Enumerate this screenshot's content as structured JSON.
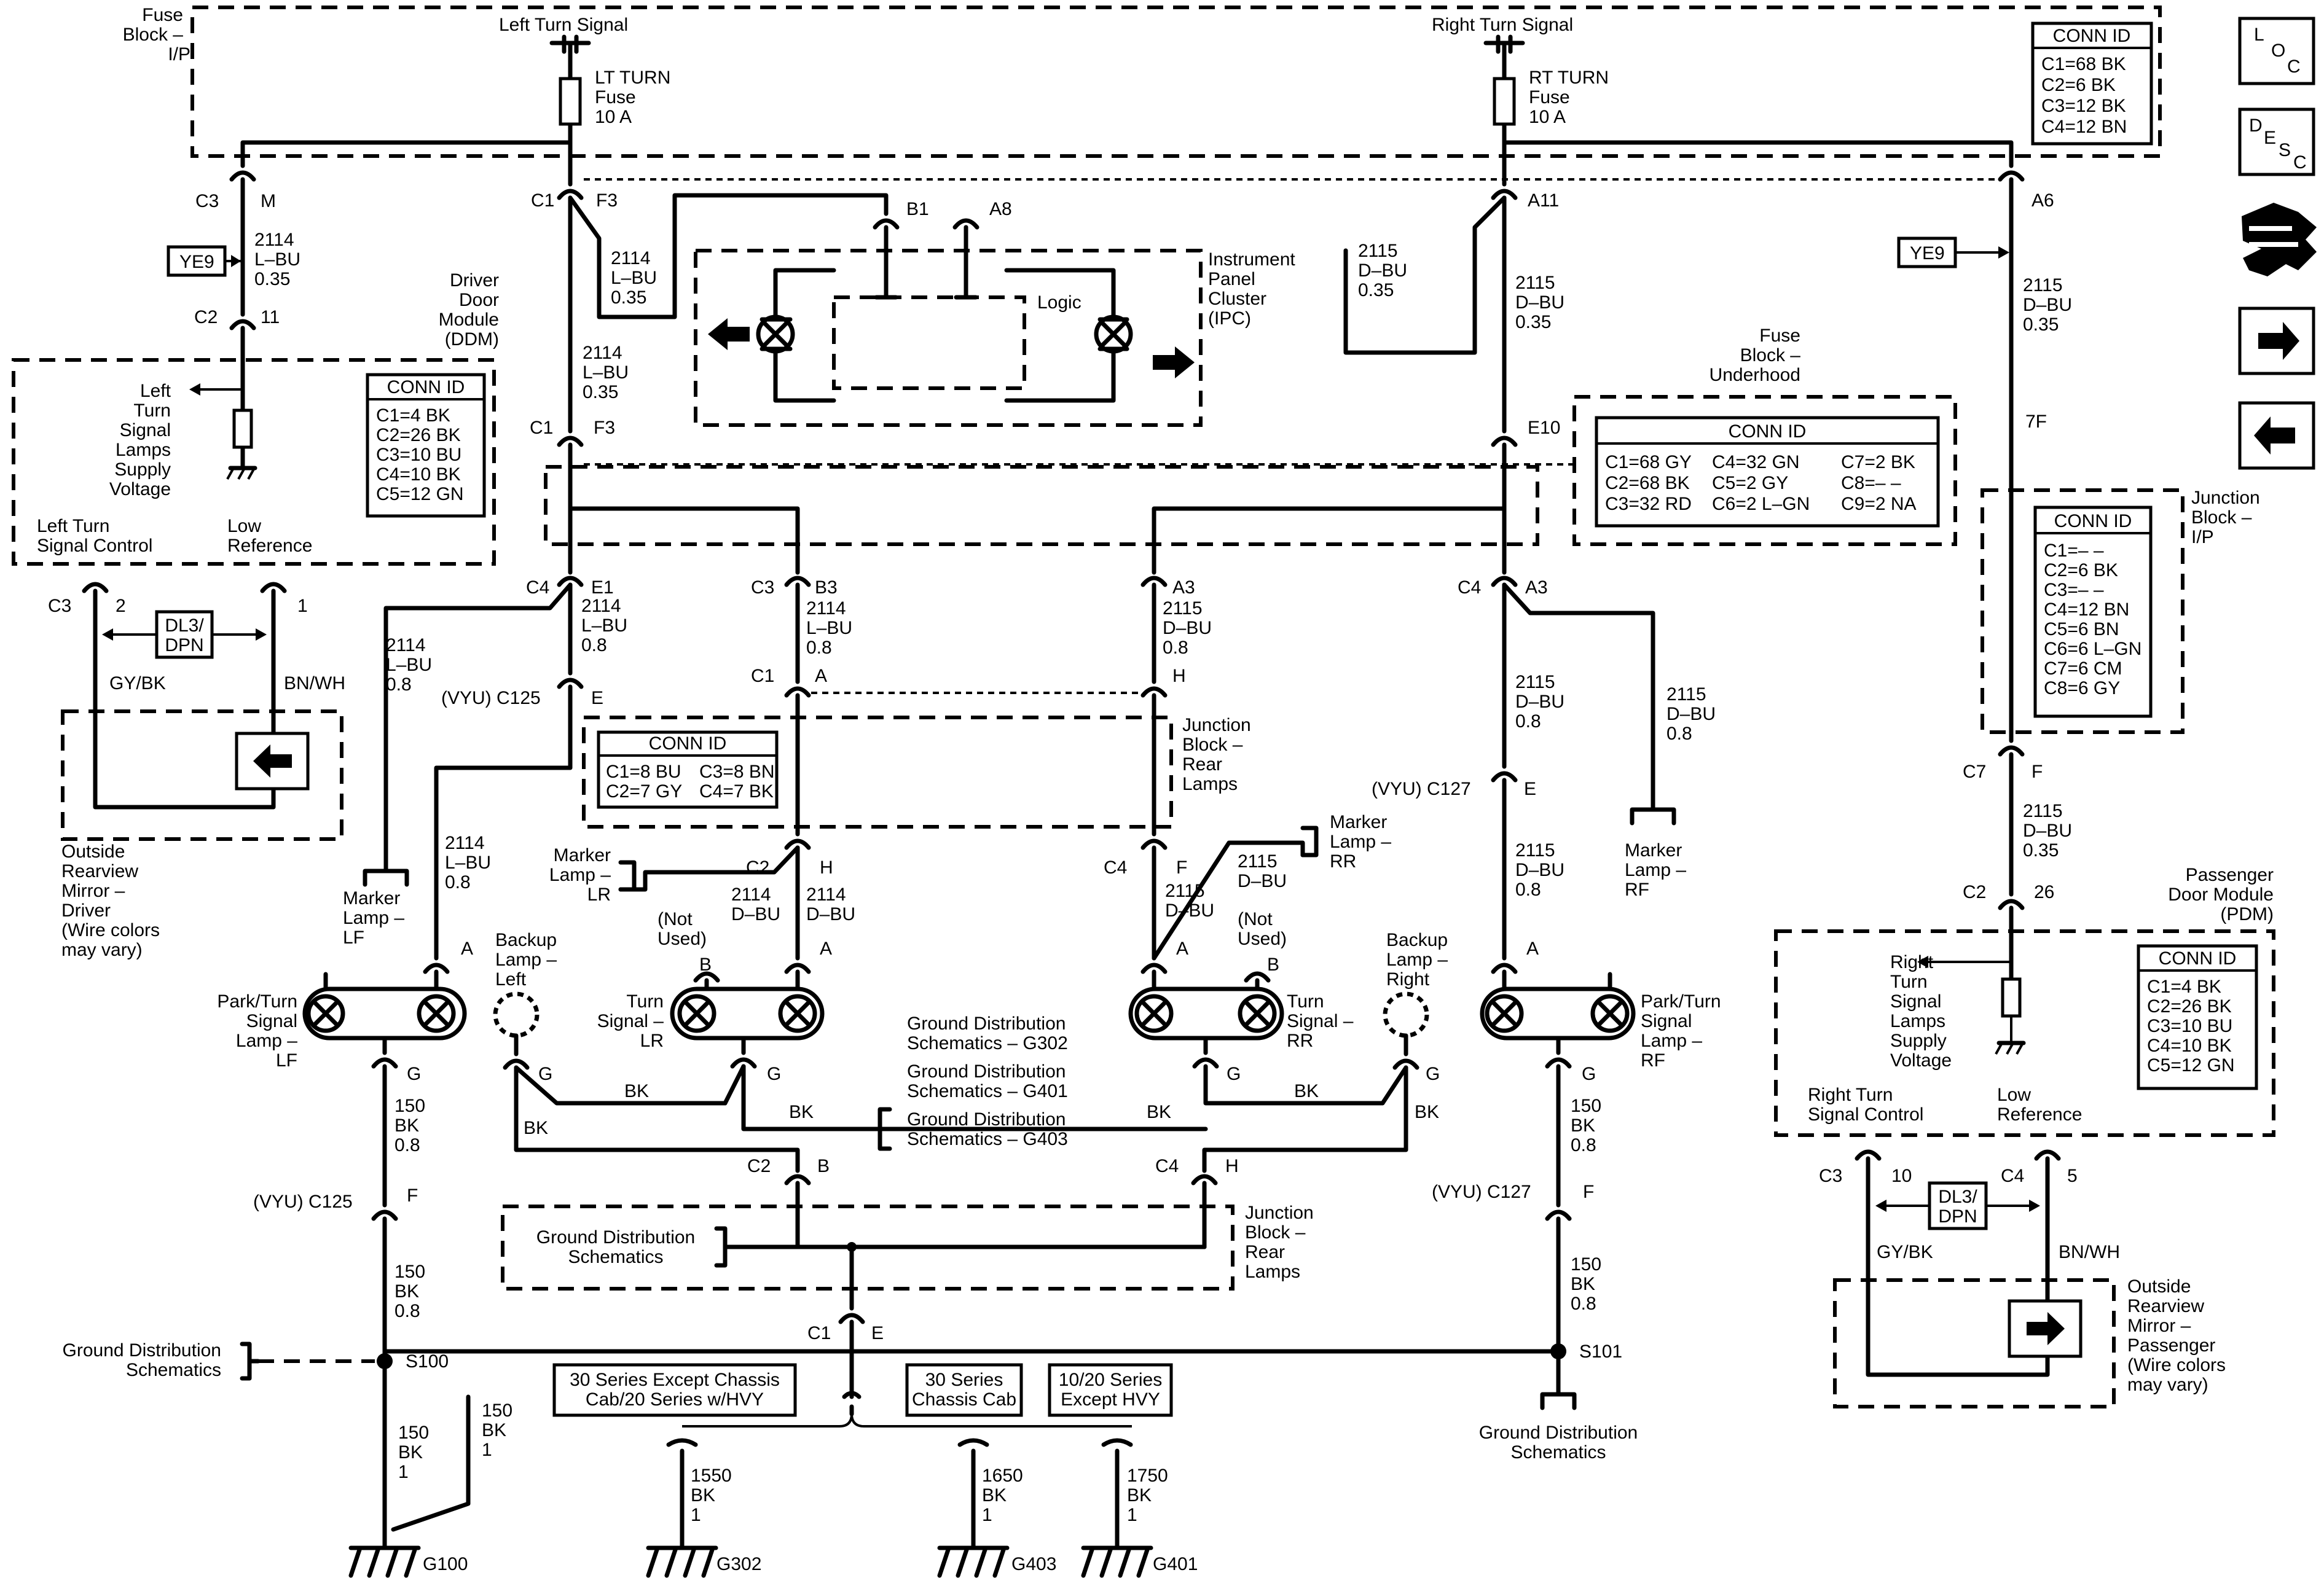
{
  "fuse_block_ip": {
    "label": [
      "Fuse",
      "Block –",
      "I/P"
    ],
    "conn_id": {
      "title": "CONN ID",
      "rows": [
        "C1=68 BK",
        "C2=6 BK",
        "C3=12 BK",
        "C4=12 BN"
      ]
    }
  },
  "left_turn_signal": "Left Turn Signal",
  "right_turn_signal": "Right Turn Signal",
  "lt_fuse": [
    "LT TURN",
    "Fuse",
    "10 A"
  ],
  "rt_fuse": [
    "RT TURN",
    "Fuse",
    "10 A"
  ],
  "side_icons": {
    "loc": {
      "name": "loc-icon",
      "letters": [
        "L",
        "O",
        "C"
      ]
    },
    "desc": {
      "name": "desc-icon",
      "letters": [
        "D",
        "E",
        "S",
        "C"
      ]
    },
    "tools": "tools-icon",
    "next": "arrow-right-icon",
    "prev": "arrow-left-icon"
  },
  "ipc": {
    "label": [
      "Instrument",
      "Panel",
      "Cluster",
      "(IPC)"
    ],
    "logic": "Logic"
  },
  "ddm": {
    "label": [
      "Driver",
      "Door",
      "Module",
      "(DDM)"
    ],
    "conn_id": {
      "title": "CONN ID",
      "rows": [
        "C1=4 BK",
        "C2=26 BK",
        "C3=10 BU",
        "C4=10 BK",
        "C5=12 GN"
      ]
    },
    "supply": [
      "Left",
      "Turn",
      "Signal",
      "Lamps",
      "Supply",
      "Voltage"
    ],
    "control": [
      "Left Turn",
      "Signal Control"
    ],
    "low_ref": [
      "Low",
      "Reference"
    ]
  },
  "pdm": {
    "label": [
      "Passenger",
      "Door Module",
      "(PDM)"
    ],
    "conn_id": {
      "title": "CONN ID",
      "rows": [
        "C1=4 BK",
        "C2=26 BK",
        "C3=10 BU",
        "C4=10 BK",
        "C5=12 GN"
      ]
    },
    "supply": [
      "Right",
      "Turn",
      "Signal",
      "Lamps",
      "Supply",
      "Voltage"
    ],
    "control": [
      "Right Turn",
      "Signal Control"
    ],
    "low_ref": [
      "Low",
      "Reference"
    ]
  },
  "fuse_underhood": {
    "label": [
      "Fuse",
      "Block –",
      "Underhood"
    ],
    "conn_id": {
      "title": "CONN ID",
      "col1": [
        "C1=68 GY",
        "C2=68 BK",
        "C3=32 RD"
      ],
      "col2": [
        "C4=32 GN",
        "C5=2 GY",
        "C6=2 L–GN"
      ],
      "col3": [
        "C7=2 BK",
        "C8=– –",
        "C9=2 NA"
      ]
    }
  },
  "junction_ip": {
    "label": [
      "Junction",
      "Block –",
      "I/P"
    ],
    "conn_id": {
      "title": "CONN ID",
      "rows": [
        "C1=– –",
        "C2=6 BK",
        "C3=– –",
        "C4=12 BN",
        "C5=6 BN",
        "C6=6 L–GN",
        "C7=6 CM",
        "C8=6 GY"
      ]
    }
  },
  "junction_rear": {
    "label": [
      "Junction",
      "Block –",
      "Rear",
      "Lamps"
    ],
    "conn_id": {
      "title": "CONN ID",
      "col1": [
        "C1=8 BU",
        "C2=7 GY"
      ],
      "col2": [
        "C3=8 BN",
        "C4=7 BK"
      ]
    }
  },
  "ye9": "YE9",
  "dl3": [
    "DL3/",
    "DPN"
  ],
  "wires": {
    "w2114": [
      "2114",
      "L–BU",
      "0.35"
    ],
    "w2114_08": [
      "2114",
      "L–BU",
      "0.8"
    ],
    "w2114d": [
      "2114",
      "D–BU"
    ],
    "w2115": [
      "2115",
      "D–BU",
      "0.35"
    ],
    "w2115_08": [
      "2115",
      "D–BU",
      "0.8"
    ],
    "w2115d": [
      "2115",
      "D–BU"
    ],
    "w150_08": [
      "150",
      "BK",
      "0.8"
    ],
    "w150_1": [
      "150",
      "BK",
      "1"
    ],
    "w1550": [
      "1550",
      "BK",
      "1"
    ],
    "w1650": [
      "1650",
      "BK",
      "1"
    ],
    "w1750": [
      "1750",
      "BK",
      "1"
    ],
    "gybk": "GY/BK",
    "bnwh": "BN/WH",
    "bk": "BK",
    "f7": "7F"
  },
  "connectors": {
    "c1": "C1",
    "c2": "C2",
    "c3": "C3",
    "c4": "C4",
    "c7": "C7",
    "m": "M",
    "f3": "F3",
    "a11": "A11",
    "a6": "A6",
    "b1": "B1",
    "a8": "A8",
    "e10": "E10",
    "e1": "E1",
    "b3": "B3",
    "a3": "A3",
    "e": "E",
    "h": "H",
    "a": "A",
    "b": "B",
    "f": "F",
    "g": "G",
    "n11": "11",
    "n2": "2",
    "n1": "1",
    "n26": "26",
    "n10": "10",
    "n5": "5",
    "c125": "(VYU) C125",
    "c127": "(VYU) C127",
    "s100": "S100",
    "s101": "S101"
  },
  "lamps": {
    "park_lf": [
      "Park/Turn",
      "Signal",
      "Lamp –",
      "LF"
    ],
    "park_rf": [
      "Park/Turn",
      "Signal",
      "Lamp –",
      "RF"
    ],
    "turn_lr": [
      "Turn",
      "Signal –",
      "LR"
    ],
    "turn_rr": [
      "Turn",
      "Signal –",
      "RR"
    ],
    "backup_left": [
      "Backup",
      "Lamp –",
      "Left"
    ],
    "backup_right": [
      "Backup",
      "Lamp –",
      "Right"
    ],
    "marker_lf": [
      "Marker",
      "Lamp –",
      "LF"
    ],
    "marker_rf": [
      "Marker",
      "Lamp –",
      "RF"
    ],
    "marker_lr": [
      "Marker",
      "Lamp –",
      "LR"
    ],
    "marker_rr": [
      "Marker",
      "Lamp –",
      "RR"
    ],
    "not_used": [
      "(Not",
      "Used)"
    ]
  },
  "mirror_driver": [
    "Outside",
    "Rearview",
    "Mirror –",
    "Driver",
    "(Wire colors",
    "may vary)"
  ],
  "mirror_pass": [
    "Outside",
    "Rearview",
    "Mirror –",
    "Passenger",
    "(Wire colors",
    "may vary)"
  ],
  "ground": {
    "gd_schem": [
      "Ground Distribution",
      "Schematics"
    ],
    "g302": [
      "Ground Distribution",
      "Schematics – G302"
    ],
    "g401": [
      "Ground Distribution",
      "Schematics – G401"
    ],
    "g403": [
      "Ground Distribution",
      "Schematics – G403"
    ],
    "series_30": [
      "30 Series Except Chassis",
      "Cab/20 Series w/HVY"
    ],
    "series_30cc": [
      "30 Series",
      "Chassis Cab"
    ],
    "series_1020": [
      "10/20 Series",
      "Except HVY"
    ],
    "g100": "G100",
    "g302_id": "G302",
    "g403_id": "G403",
    "g401_id": "G401"
  }
}
